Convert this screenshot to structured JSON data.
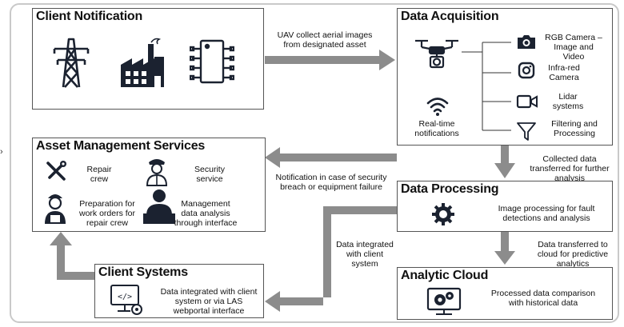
{
  "boxes": {
    "client_notification": {
      "title": "Client Notification"
    },
    "data_acquisition": {
      "title": "Data Acquisition",
      "realtime_label": "Real-time notifications",
      "sensors": [
        {
          "label": "RGB Camera – Image and Video",
          "icon": "camera-icon"
        },
        {
          "label": "Infra-red Camera",
          "icon": "infrared-camera-icon"
        },
        {
          "label": "Lidar systems",
          "icon": "lidar-video-icon"
        },
        {
          "label": "Filtering and Processing",
          "icon": "funnel-icon"
        }
      ]
    },
    "asset_management": {
      "title": "Asset Management Services",
      "items": [
        {
          "label": "Repair crew",
          "icon": "wrench-screwdriver-icon"
        },
        {
          "label": "Security service",
          "icon": "security-guard-icon"
        },
        {
          "label": "Preparation for work orders for repair crew",
          "icon": "worker-icon"
        },
        {
          "label": "Management data analysis through interface",
          "icon": "manager-laptop-icon"
        }
      ]
    },
    "data_processing": {
      "title": "Data Processing",
      "label": "Image processing for fault detections and analysis"
    },
    "client_systems": {
      "title": "Client Systems",
      "label": "Data integrated with client system or via LAS webportal interface"
    },
    "analytic_cloud": {
      "title": "Analytic Cloud",
      "label": "Processed data comparison with historical data"
    }
  },
  "flows": {
    "uav_collect": "UAV collect aerial images from designated  asset",
    "collected_transfer": "Collected data transferred for further analysis",
    "notification": "Notification in case of security breach or equipment failure",
    "integrated": "Data integrated with client system",
    "to_cloud": "Data transferred to cloud for predictive analytics"
  },
  "colors": {
    "arrow": "#8c8c8c",
    "border": "#555555",
    "frame": "#c9c9c9",
    "icon": "#1b2230"
  }
}
